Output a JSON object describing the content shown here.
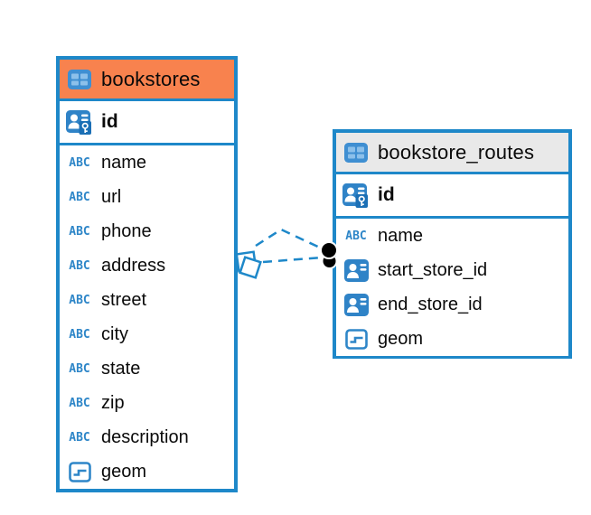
{
  "colors": {
    "border_blue": "#1E88C9",
    "icon_blue": "#2F83C7",
    "icon_blue_light": "#8CC0EA",
    "icon_blue_dark": "#1B6FB5",
    "header_orange": "#F8824E",
    "header_gray": "#E9E9E9",
    "text": "#0a0a0a"
  },
  "icons": {
    "table_icon": "table-grid",
    "primary_key_icon": "person-with-key",
    "foreign_id_icon": "person-card",
    "text_icon_label": "ABC",
    "geometry_icon": "polyline-box"
  },
  "tables": [
    {
      "name": "bookstores",
      "header_style": "orange",
      "columns": [
        {
          "name": "id",
          "type": "primary-key"
        },
        {
          "name": "name",
          "type": "text"
        },
        {
          "name": "url",
          "type": "text"
        },
        {
          "name": "phone",
          "type": "text"
        },
        {
          "name": "address",
          "type": "text"
        },
        {
          "name": "street",
          "type": "text"
        },
        {
          "name": "city",
          "type": "text"
        },
        {
          "name": "state",
          "type": "text"
        },
        {
          "name": "zip",
          "type": "text"
        },
        {
          "name": "description",
          "type": "text"
        },
        {
          "name": "geom",
          "type": "geometry"
        }
      ]
    },
    {
      "name": "bookstore_routes",
      "header_style": "gray",
      "columns": [
        {
          "name": "id",
          "type": "primary-key"
        },
        {
          "name": "name",
          "type": "text"
        },
        {
          "name": "start_store_id",
          "type": "foreign-id"
        },
        {
          "name": "end_store_id",
          "type": "foreign-id"
        },
        {
          "name": "geom",
          "type": "geometry"
        }
      ]
    }
  ],
  "relationship": {
    "from_table": "bookstores",
    "to_table": "bookstore_routes",
    "line_style": "dashed",
    "from_marker": "overlapping-squares",
    "to_marker": "double-dot"
  }
}
